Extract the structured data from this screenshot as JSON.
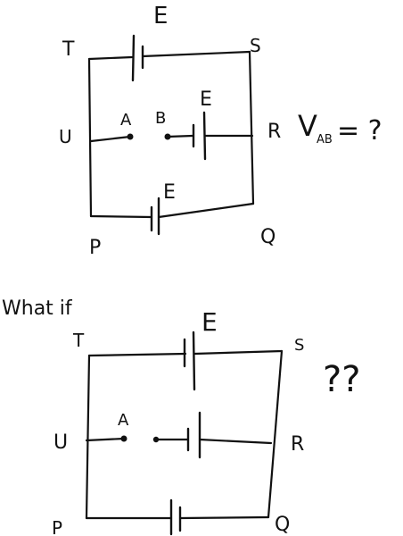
{
  "circuit1": {
    "labels": {
      "T": "T",
      "S": "S",
      "U": "U",
      "R": "R",
      "P": "P",
      "Q": "Q",
      "A": "A",
      "B": "B",
      "E_top": "E",
      "E_mid": "E",
      "E_bot": "E"
    },
    "question": {
      "V": "V",
      "sub": "AB",
      "rest": "= ?"
    }
  },
  "what_if": "What if",
  "circuit2": {
    "labels": {
      "T": "T",
      "S": "S",
      "U": "U",
      "R": "R",
      "P": "P",
      "Q": "Q",
      "A": "A",
      "E_top": "E"
    },
    "question": "??"
  }
}
